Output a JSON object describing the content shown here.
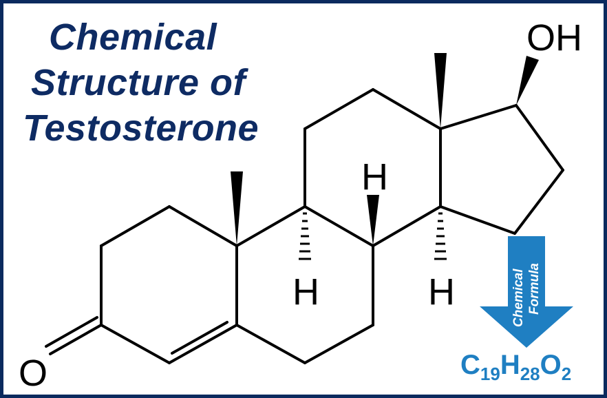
{
  "title": {
    "line1": "Chemical",
    "line2": "Structure of",
    "line3": "Testosterone"
  },
  "atoms": {
    "oh": "OH",
    "o": "O",
    "h_9": "H",
    "h_8": "H",
    "h_14": "H"
  },
  "arrow": {
    "label_line1": "Chemical",
    "label_line2": "Formula"
  },
  "formula": {
    "c": "C",
    "c_count": "19",
    "h": "H",
    "h_count": "28",
    "o": "O",
    "o_count": "2"
  },
  "colors": {
    "border": "#0b2a5e",
    "title": "#0e2b63",
    "accent": "#1f7fc2",
    "bond": "#000000"
  }
}
